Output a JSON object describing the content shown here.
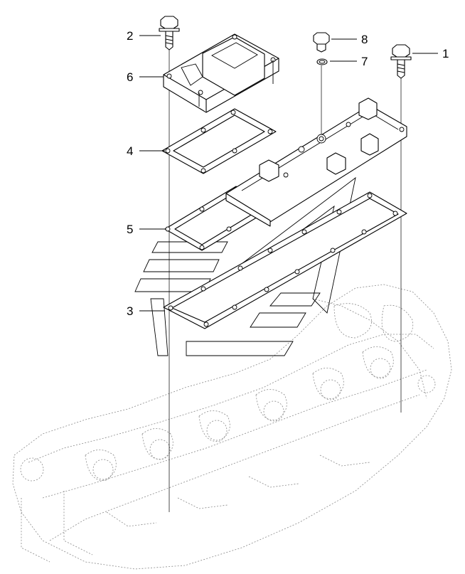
{
  "callouts": [
    {
      "id": "1",
      "label": "1"
    },
    {
      "id": "2",
      "label": "2"
    },
    {
      "id": "3",
      "label": "3"
    },
    {
      "id": "4",
      "label": "4"
    },
    {
      "id": "5",
      "label": "5"
    },
    {
      "id": "6",
      "label": "6"
    },
    {
      "id": "7",
      "label": "7"
    },
    {
      "id": "8",
      "label": "8"
    }
  ],
  "colors": {
    "line": "#000000",
    "engine_outline": "#8a8a8a",
    "background": "#ffffff"
  }
}
